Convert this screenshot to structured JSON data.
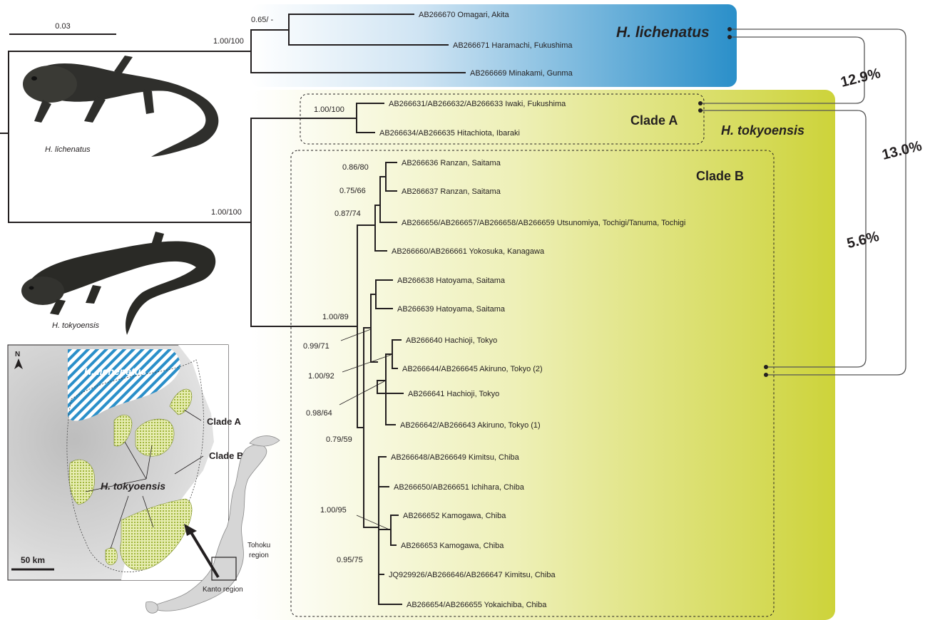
{
  "scale_bar": {
    "label": "0.03"
  },
  "species": {
    "lichenatus": "H. lichenatus",
    "tokyoensis": "H. tokyoensis"
  },
  "clades": {
    "a": "Clade A",
    "b": "Clade B"
  },
  "divergence": {
    "lich_a": "12.9%",
    "lich_b": "13.0%",
    "a_b": "5.6%"
  },
  "photos": {
    "lichenatus_caption": "H. lichenatus",
    "tokyoensis_caption": "H. tokyoensis"
  },
  "support": {
    "lichenatus_clade": "1.00/100",
    "omagari_haramachi": "0.65/ -",
    "tokyoensis_clade": "1.00/100",
    "clade_a": "1.00/100",
    "ranzan_pair": "0.86/80",
    "ranzan_utsunomiya": "0.75/66",
    "yokosuka_group": "0.87/74",
    "clade_b_crown": "1.00/89",
    "hatoyama_tokyo": "0.99/71",
    "tokyo_group": "1.00/92",
    "hachioji_akiruno": "0.98/64",
    "chiba_group": "0.79/59",
    "kamogawa_pair": "1.00/95",
    "chiba_inner": "0.95/75"
  },
  "taxa": {
    "t1": "AB266670 Omagari, Akita",
    "t2": "AB266671 Haramachi, Fukushima",
    "t3": "AB266669 Minakami, Gunma",
    "t4": "AB266631/AB266632/AB266633 Iwaki, Fukushima",
    "t5": "AB266634/AB266635 Hitachiota, Ibaraki",
    "t6": "AB266636 Ranzan, Saitama",
    "t7": "AB266637 Ranzan, Saitama",
    "t8": "AB266656/AB266657/AB266658/AB266659 Utsunomiya, Tochigi/Tanuma, Tochigi",
    "t9": "AB266660/AB266661 Yokosuka, Kanagawa",
    "t10": "AB266638 Hatoyama, Saitama",
    "t11": "AB266639 Hatoyama, Saitama",
    "t12": "AB266640 Hachioji, Tokyo",
    "t13": "AB266644/AB266645 Akiruno, Tokyo (2)",
    "t14": "AB266641 Hachioji, Tokyo",
    "t15": "AB266642/AB266643 Akiruno, Tokyo (1)",
    "t16": "AB266648/AB266649 Kimitsu, Chiba",
    "t17": "AB266650/AB266651 Ichihara, Chiba",
    "t18": "AB266652 Kamogawa, Chiba",
    "t19": "AB266653 Kamogawa, Chiba",
    "t20": "JQ929926/AB266646/AB266647 Kimitsu, Chiba",
    "t21": "AB266654/AB266655 Yokaichiba, Chiba"
  },
  "map": {
    "north": "N",
    "species_lichenatus": "H. lichenatus",
    "species_tokyoensis": "H. tokyoensis",
    "clade_a": "Clade A",
    "clade_b": "Clade B",
    "scale": "50 km",
    "tohoku_line1": "Tohoku",
    "tohoku_line2": "region",
    "kanto": "Kanto region"
  },
  "colors": {
    "lichenatus_band": "#2a8fc9",
    "tokyoensis_band": "#cdd33a",
    "line": "#231f20"
  }
}
